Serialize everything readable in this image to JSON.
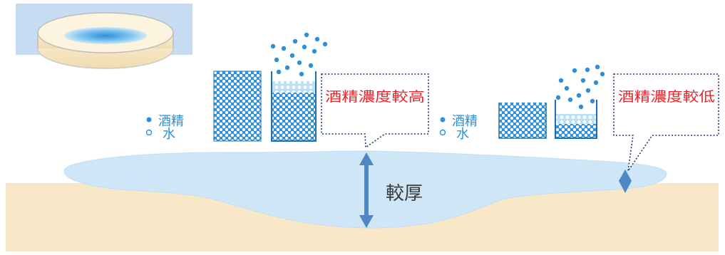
{
  "left_legend": {
    "alcohol": "酒精",
    "water": "水"
  },
  "right_legend": {
    "alcohol": "酒精",
    "water": "水"
  },
  "callout_high": "酒精濃度較高",
  "callout_low": "酒精濃度較低",
  "thick_label": "較厚",
  "colors": {
    "alcohol_dot": "#2e8ed6",
    "water_dot": "#ffffff",
    "liquid_film": "#cfe6f6",
    "substrate": "#f8e8c8",
    "arrow": "#4f86c6",
    "callout_text": "#e8262d"
  }
}
